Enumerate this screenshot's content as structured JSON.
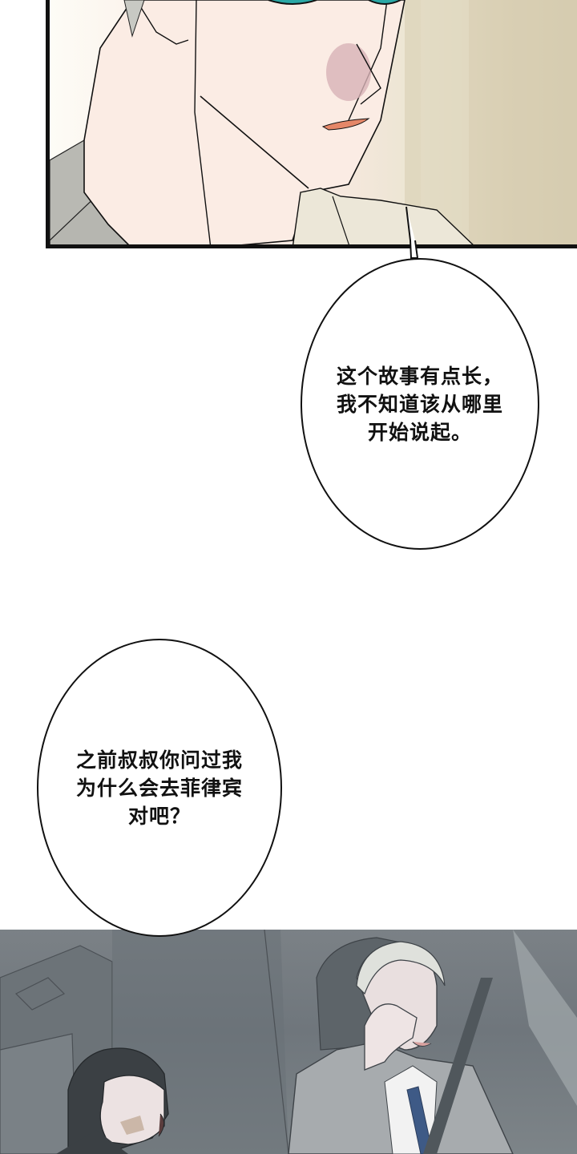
{
  "comic": {
    "panel_1": {
      "description": "close-up of blond man with teal eyes, beige background",
      "colors": {
        "skin": "#f9e9e1",
        "blush": "#d8b3b6",
        "eye": "#2aa8a6",
        "lips": "#e58768",
        "jacket": "#b6b6b0",
        "background": "#d9cfb5"
      }
    },
    "bubbles": [
      {
        "text": "这个故事有点长，\n我不知道该从哪里\n开始说起。"
      },
      {
        "text": "之前叔叔你问过我\n为什么会去菲律宾\n对吧？"
      }
    ],
    "panel_2": {
      "description": "two men seated in a car at night; dark-haired young man on left, grey-haired man in herringbone suit with hand on face on right",
      "colors": {
        "background": "#737a80",
        "suit": "#a7abae",
        "tie": "#3e5a86",
        "skin": "#e9dfdf",
        "hair_dark": "#3b4044",
        "hair_light": "#dfe1dc"
      }
    }
  }
}
